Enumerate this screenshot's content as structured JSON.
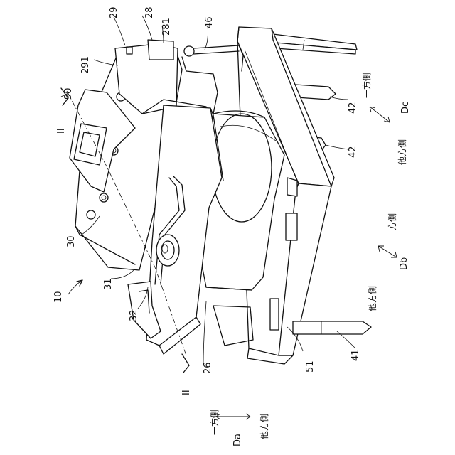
{
  "labels": {
    "l10": "10",
    "l26": "26",
    "l28": "28",
    "l281": "281",
    "l29": "29",
    "l291": "291",
    "l30": "30",
    "l31": "31",
    "l32": "32",
    "l41": "41",
    "l42a": "42",
    "l42b": "42",
    "l46": "46",
    "l51": "51",
    "l90": "90",
    "sec_top": "II",
    "sec_bottom": "II"
  },
  "directions": {
    "dc": {
      "name": "Dc",
      "one_side": "一方側",
      "other_side": "他方側"
    },
    "db": {
      "name": "Db",
      "one_side": "一方側",
      "other_side": "他方側"
    },
    "da": {
      "name": "Da",
      "one_side": "一方側",
      "other_side": "他方側"
    }
  }
}
